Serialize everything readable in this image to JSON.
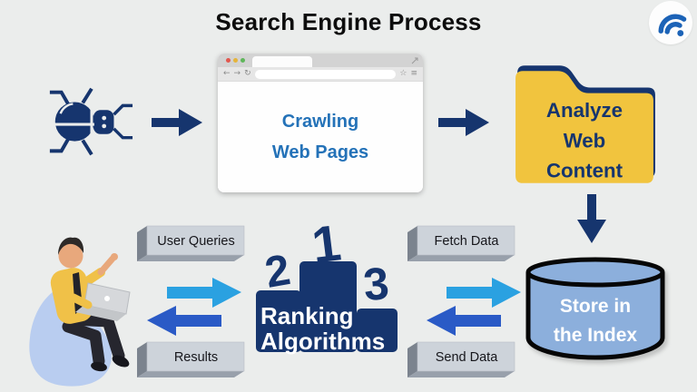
{
  "title": "Search Engine Process",
  "steps": {
    "crawler": {
      "icon": "bug-icon"
    },
    "browser": {
      "lines": [
        "Crawling",
        "Web Pages"
      ],
      "chrome": {
        "back": "←",
        "forward": "→",
        "refresh": "↻",
        "star": "☆",
        "menu": "≡"
      }
    },
    "folder": {
      "lines": [
        "Analyze",
        "Web",
        "Content"
      ]
    },
    "index_db": {
      "lines": [
        "Store in",
        "the Index"
      ]
    },
    "podium": {
      "ranks_left_to_right": [
        "2",
        "1",
        "3"
      ],
      "lines": [
        "Ranking",
        "Algorithms"
      ]
    },
    "user": {
      "icon": "person-with-laptop"
    }
  },
  "labels": {
    "user_queries": "User Queries",
    "fetch_data": "Fetch Data",
    "results": "Results",
    "send_data": "Send Data"
  },
  "icons": {
    "logo": "signal-g-logo",
    "flow_arrow": "block-arrow",
    "exchange_arrows": "double-transfer-arrow"
  },
  "colors": {
    "background": "#ebedec",
    "navy": "#16356e",
    "browser_text_blue": "#2472b8",
    "light_blue_arrow": "#2aa1e1",
    "mid_blue_arrow": "#2a5ac6",
    "folder_yellow": "#f1c43e",
    "db_blue": "#8cafdc",
    "slab_gray": "#cdd3da"
  }
}
